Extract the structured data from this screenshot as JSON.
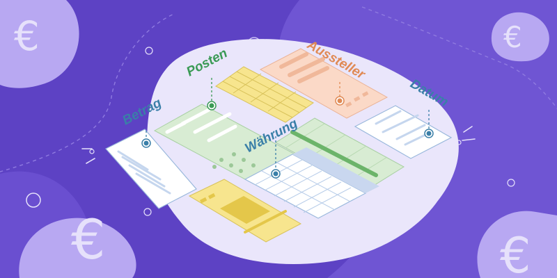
{
  "labels": {
    "betrag": "Betrag",
    "posten": "Posten",
    "aussteller": "Aussteller",
    "datum": "Datum",
    "waehrung": "Währung"
  },
  "symbols": {
    "euro": "€"
  },
  "colors": {
    "background": "#5d42c4",
    "blob_light": "#eae6fb",
    "blob_lilac": "#b8a8f2",
    "label_blue": "#3a7fa8",
    "label_green": "#3a9a55",
    "label_orange": "#e08a55"
  }
}
